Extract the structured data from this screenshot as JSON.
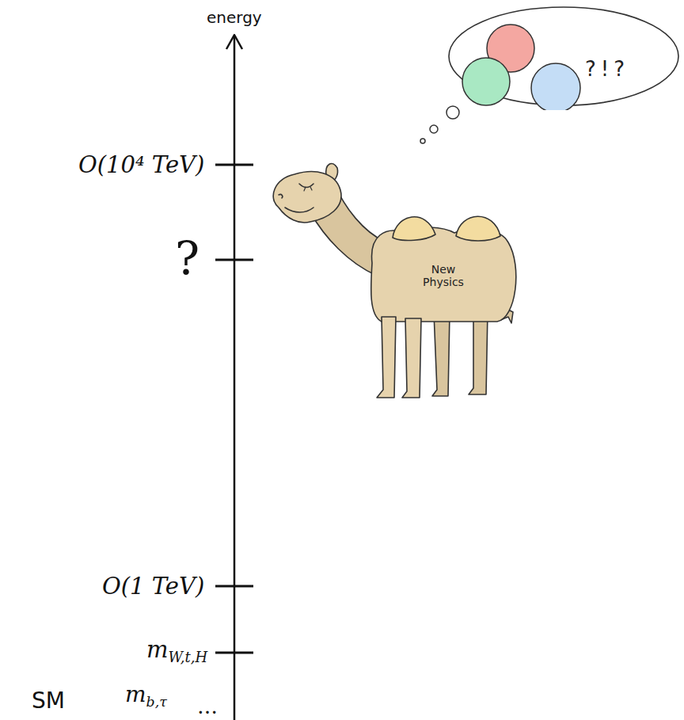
{
  "diagram": {
    "nodes": [
      {
        "text": [
          "?!?"
        ]
      },
      {
        "text": [
          "New Physics"
        ]
      }
    ],
    "labels": [
      "energy",
      "O(10⁴ TeV)",
      "?",
      "O(1 TeV)",
      "mW,t,H",
      "SM",
      "mb,τ",
      "…"
    ]
  }
}
